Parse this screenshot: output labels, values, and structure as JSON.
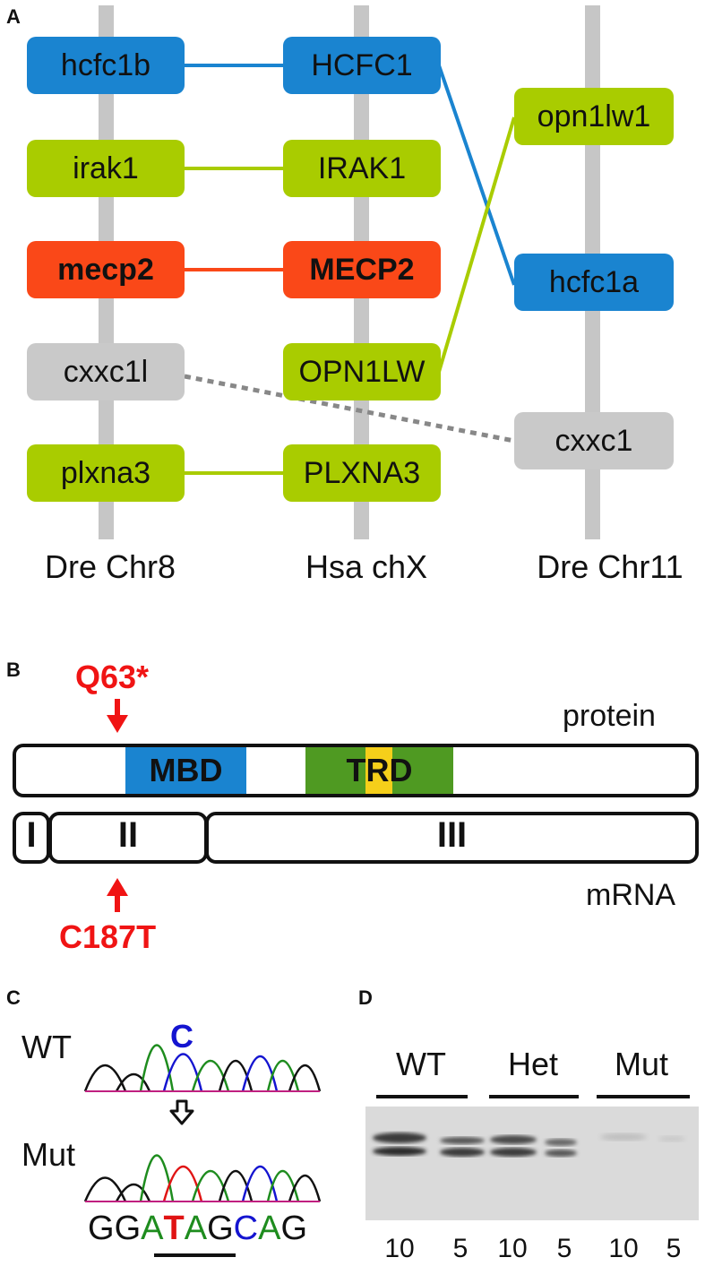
{
  "colors": {
    "blue": "#1a84d0",
    "green": "#a9cc00",
    "red": "#fa4818",
    "gray": "#c9c9c9",
    "domain_blue": "#1a84d0",
    "domain_green": "#4f9a22",
    "domain_yellow": "#f5cf1a",
    "mutation_red": "#f01414",
    "base_A": "#1e8c1e",
    "base_C": "#1414d0",
    "base_G": "#111111",
    "base_T": "#e01414"
  },
  "panel_a": {
    "letter": "A",
    "chromosomes": [
      "Dre Chr8",
      "Hsa chX",
      "Dre Chr11"
    ],
    "dre_chr8_genes": [
      "hcfc1b",
      "irak1",
      "mecp2",
      "cxxc1l",
      "plxna3"
    ],
    "hsa_chx_genes": [
      "HCFC1",
      "IRAK1",
      "MECP2",
      "OPN1LW",
      "PLXNA3"
    ],
    "dre_chr11_genes": [
      "opn1lw1",
      "hcfc1a",
      "cxxc1"
    ]
  },
  "panel_b": {
    "letter": "B",
    "mutation_protein": "Q63*",
    "mutation_mrna": "C187T",
    "protein_label": "protein",
    "mrna_label": "mRNA",
    "domains": [
      "MBD",
      "TRD"
    ],
    "exons": [
      "I",
      "II",
      "III"
    ]
  },
  "panel_c": {
    "letter": "C",
    "wt_label": "WT",
    "mut_label": "Mut",
    "wt_base": "C",
    "sequence": [
      "G",
      "G",
      "A",
      "T",
      "A",
      "G",
      "C",
      "A",
      "G"
    ]
  },
  "panel_d": {
    "letter": "D",
    "groups": [
      "WT",
      "Het",
      "Mut"
    ],
    "lane_amounts": [
      "10",
      "5",
      "10",
      "5",
      "10",
      "5"
    ]
  }
}
